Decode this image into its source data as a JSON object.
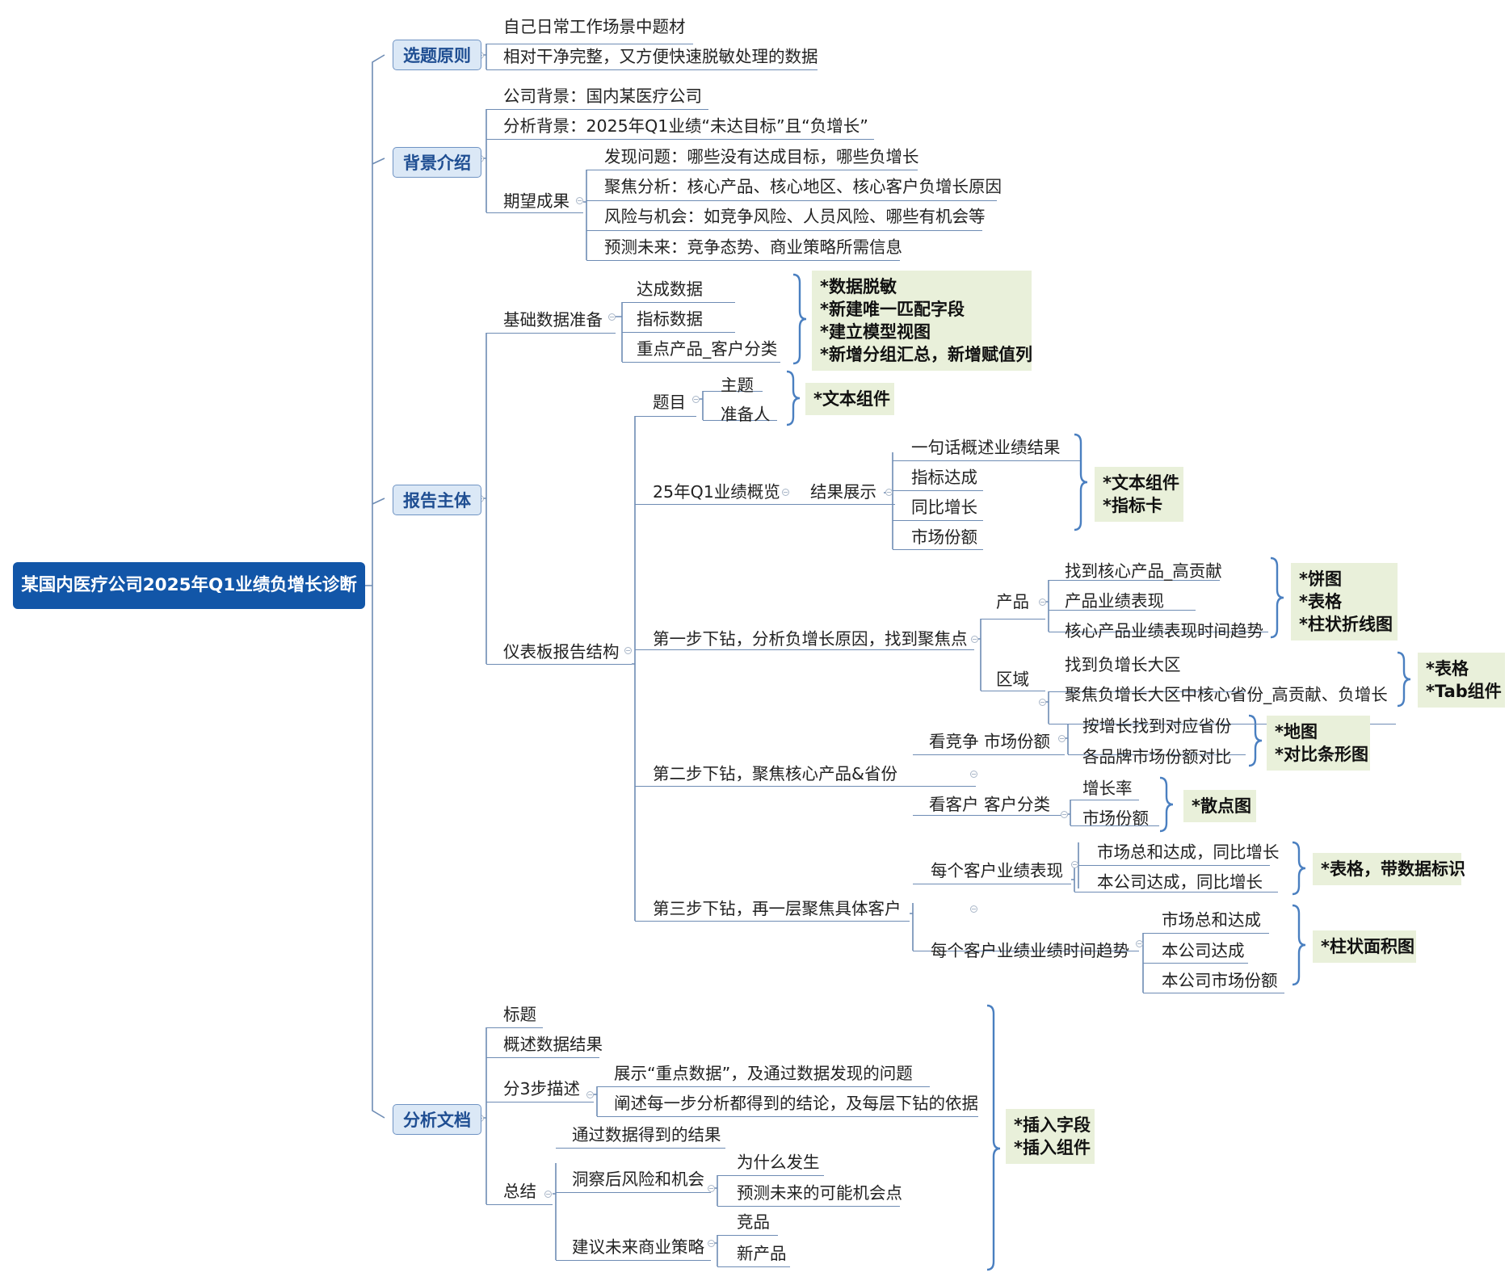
{
  "root": "某国内医疗公司2025年Q1业绩负增长诊断",
  "categories": {
    "c1": "选题原则",
    "c2": "背景介绍",
    "c3": "报告主体",
    "c4": "分析文档"
  },
  "topic_principles": [
    "自己日常工作场景中题材",
    "相对干净完整，又方便快速脱敏处理的数据"
  ],
  "background": {
    "company": "公司背景：国内某医疗公司",
    "analysis": "分析背景：2025年Q1业绩“未达目标”且“负增长”",
    "expected": "期望成果",
    "expected_items": [
      "发现问题：哪些没有达成目标，哪些负增长",
      "聚焦分析：核心产品、核心地区、核心客户负增长原因",
      "风险与机会：如竞争风险、人员风险、哪些有机会等",
      "预测未来：竞争态势、商业策略所需信息"
    ]
  },
  "report": {
    "base_data": "基础数据准备",
    "base_items": [
      "达成数据",
      "指标数据",
      "重点产品_客户分类"
    ],
    "base_tags": [
      "*数据脱敏",
      "*新建唯一匹配字段",
      "*建立模型视图",
      "*新增分组汇总，新增赋值列"
    ],
    "dashboard": "仪表板报告结构",
    "title_node": "题目",
    "title_items": [
      "主题",
      "准备人"
    ],
    "title_tags": [
      "*文本组件"
    ],
    "overview": "25年Q1业绩概览",
    "result_show": "结果展示",
    "result_items": [
      "一句话概述业绩结果",
      "指标达成",
      "同比增长",
      "市场份额"
    ],
    "result_tags": [
      "*文本组件",
      "*指标卡"
    ],
    "step1": "第一步下钻，分析负增长原因，找到聚焦点",
    "product": "产品",
    "product_items": [
      "找到核心产品_高贡献",
      "产品业绩表现",
      "核心产品业绩表现时间趋势"
    ],
    "product_tags": [
      "*饼图",
      "*表格",
      "*柱状折线图"
    ],
    "region": "区域",
    "region_items": [
      "找到负增长大区",
      "聚焦负增长大区中核心省份_高贡献、负增长"
    ],
    "region_tags": [
      "*表格",
      "*Tab组件"
    ],
    "step2": "第二步下钻，聚焦核心产品&省份",
    "competition": "看竞争 市场份额",
    "competition_items": [
      "按增长找到对应省份",
      "各品牌市场份额对比"
    ],
    "competition_tags": [
      "*地图",
      "*对比条形图"
    ],
    "customer": "看客户 客户分类",
    "customer_items": [
      "增长率",
      "市场份额"
    ],
    "customer_tags": [
      "*散点图"
    ],
    "step3": "第三步下钻，再一层聚焦具体客户",
    "cust_perf": "每个客户业绩表现",
    "cust_perf_items": [
      "市场总和达成，同比增长",
      "本公司达成，同比增长"
    ],
    "cust_perf_tags": [
      "*表格，带数据标识"
    ],
    "cust_trend": "每个客户业绩业绩时间趋势",
    "cust_trend_items": [
      "市场总和达成",
      "本公司达成",
      "本公司市场份额"
    ],
    "cust_trend_tags": [
      "*柱状面积图"
    ]
  },
  "analysis_doc": {
    "title": "标题",
    "summary_result": "概述数据结果",
    "three_steps": "分3步描述",
    "three_steps_items": [
      "展示“重点数据”，及通过数据发现的问题",
      "阐述每一步分析都得到的结论，及每层下钻的依据"
    ],
    "conclusion": "总结",
    "conclusion_result": "通过数据得到的结果",
    "insight": "洞察后风险和机会",
    "insight_items": [
      "为什么发生",
      "预测未来的可能机会点"
    ],
    "strategy": "建议未来商业策略",
    "strategy_items": [
      "竞品",
      "新产品"
    ],
    "doc_tags": [
      "*插入字段",
      "*插入组件"
    ]
  },
  "colors": {
    "root_bg": "#1256a8",
    "category_bg": "#dbe8f6",
    "category_text": "#1f4e92",
    "connector": "#6e8cb4",
    "brace": "#4a7fc0",
    "tag_bg": "#e9f0da"
  }
}
